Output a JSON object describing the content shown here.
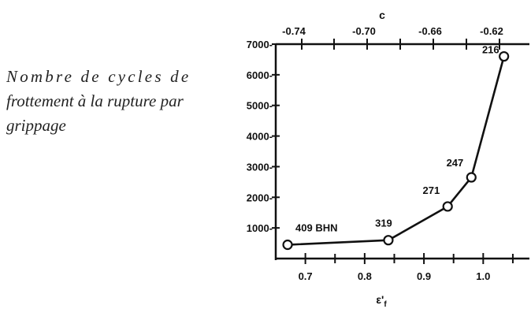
{
  "caption": {
    "line1": "Nombre de cycles de",
    "line2": "frottement à la rupture par",
    "line3": "grippage"
  },
  "chart_data": {
    "type": "line",
    "series": [
      {
        "x": [
          0.67,
          0.84,
          0.94,
          0.98,
          1.035
        ],
        "y": [
          450,
          600,
          1700,
          2650,
          6600
        ],
        "labels": [
          "409 BHN",
          "319",
          "271",
          "247",
          "216"
        ]
      }
    ],
    "xlim": [
      0.65,
      1.07
    ],
    "ylim": [
      0,
      7000
    ],
    "x_ticks": [
      "0.7",
      "0.8",
      "0.9",
      "1.0"
    ],
    "y_ticks": [
      "1000",
      "2000",
      "3000",
      "4000",
      "5000",
      "6000",
      "7000"
    ],
    "top_axis_label": "c",
    "top_ticks": [
      "-0.74",
      "-0.70",
      "-0.66",
      "-0.62"
    ],
    "xlabel": "ε'",
    "xlabel_sub": "f",
    "ylabel": "",
    "grid": false,
    "colors": {
      "line": "#111111",
      "marker_fill": "#ffffff"
    }
  }
}
